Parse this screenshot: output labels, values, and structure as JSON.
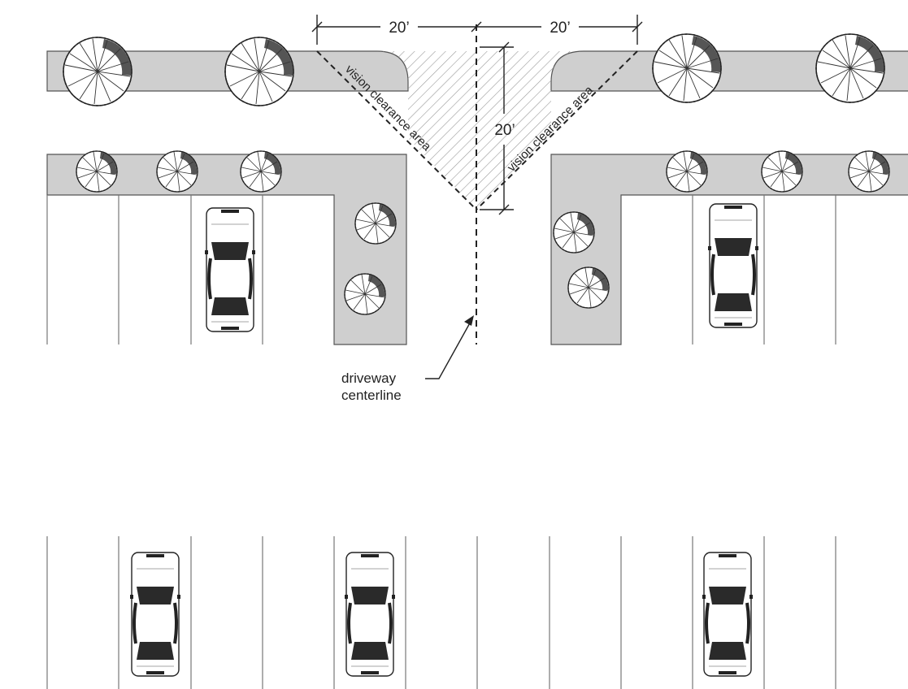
{
  "diagram": {
    "dimension_top_left": "20’",
    "dimension_top_right": "20’",
    "dimension_vertical": "20’",
    "label_vision_left": "vision clearance area",
    "label_vision_right": "vision clearance area",
    "label_centerline_line1": "driveway",
    "label_centerline_line2": "centerline"
  },
  "colors": {
    "landscape_strip": "#cfcfcf",
    "tree_canopy_dark": "#555555",
    "hatch": "#9a9a9a",
    "car_glass": "#2a2a2a",
    "lines": "#222222"
  },
  "icons": [
    "tree-icon",
    "car-icon"
  ]
}
